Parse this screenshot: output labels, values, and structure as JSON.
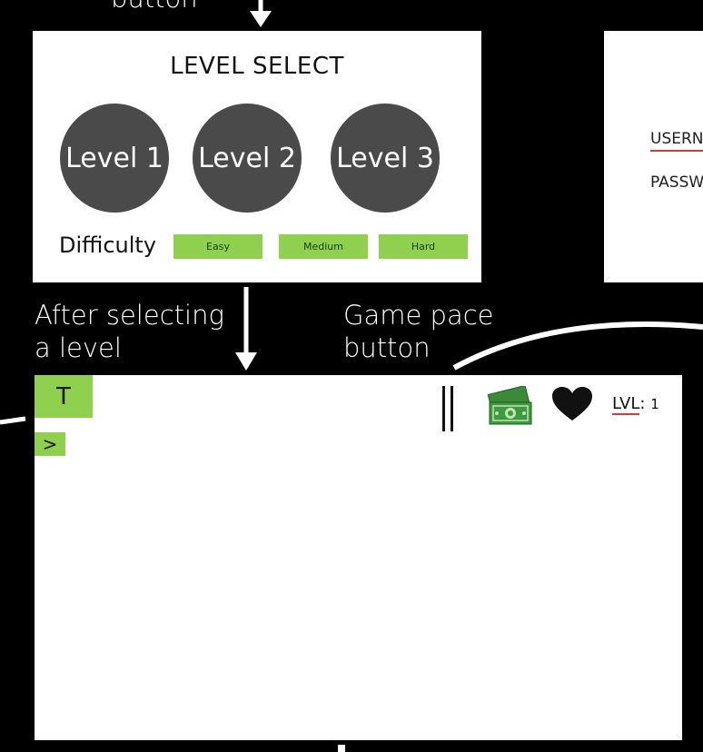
{
  "annotations": {
    "top_partial": "button",
    "after_selecting_line1": "After selecting",
    "after_selecting_line2": "a level",
    "game_pace_line1": "Game pace",
    "game_pace_line2": "button"
  },
  "level_select": {
    "title": "LEVEL SELECT",
    "levels": [
      "Level 1",
      "Level 2",
      "Level 3"
    ],
    "difficulty_label": "Difficulty",
    "difficulty_options": [
      "Easy",
      "Medium",
      "Hard"
    ]
  },
  "login": {
    "username_label": "USERN",
    "password_label": "PASSW"
  },
  "game": {
    "tower_button": "T",
    "speed_button": ">",
    "level_label": "LVL",
    "level_sep": ":",
    "level_value": "1",
    "pause_icon": "pause-icon",
    "money_icon": "money-icon",
    "heart_icon": "heart-icon"
  },
  "colors": {
    "background": "#000000",
    "panel": "#ffffff",
    "accent_green": "#8fd14f",
    "circle_gray": "#4a4a4a",
    "underline_red": "#d63b3b",
    "money_green": "#3a8a3a"
  }
}
